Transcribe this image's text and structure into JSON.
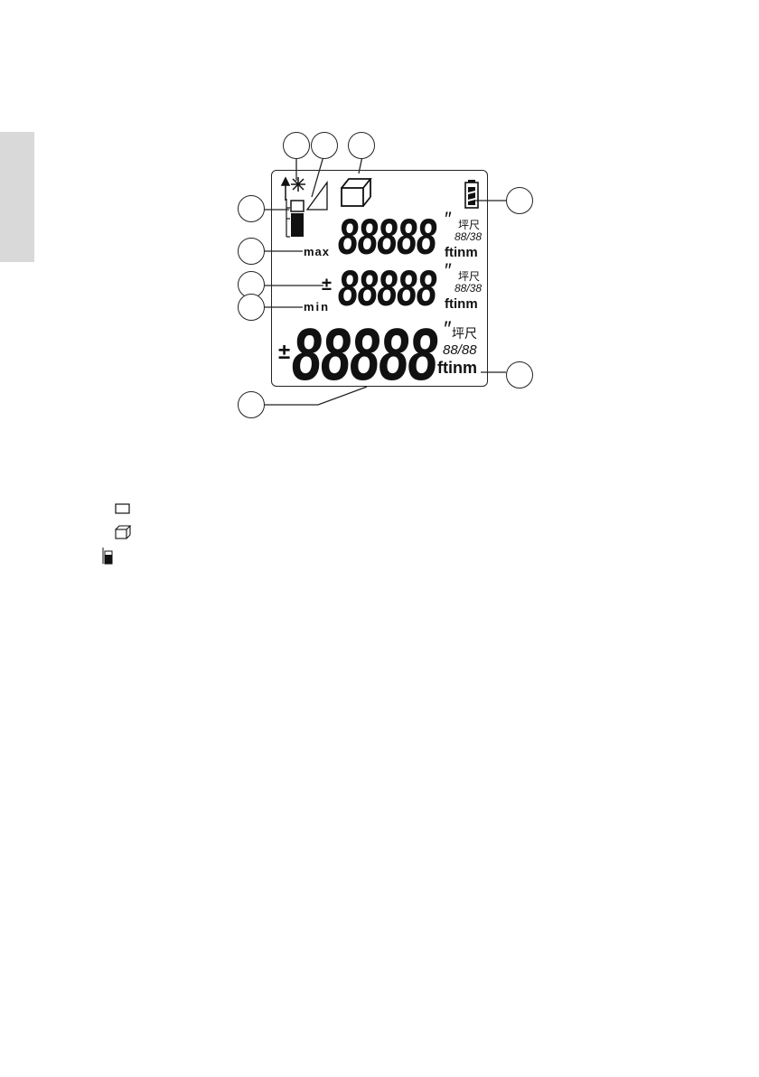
{
  "display": {
    "digits": "88888",
    "foot_mark": "″",
    "area_unit": "坪尺",
    "fraction_small": "88/38",
    "fraction_large": "88/88",
    "unit_text": "ftinm",
    "max_label": "max",
    "min_label": "min",
    "plus_minus": "±"
  },
  "legend": {
    "row1": "",
    "row2": "",
    "row3": ""
  }
}
